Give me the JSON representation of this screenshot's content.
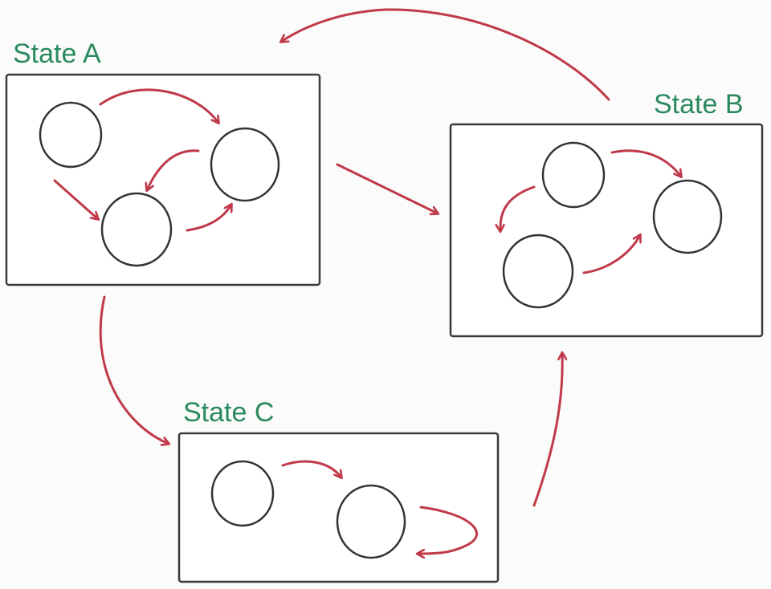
{
  "states": {
    "a": {
      "label": "State A"
    },
    "b": {
      "label": "State B"
    },
    "c": {
      "label": "State C"
    }
  },
  "colors": {
    "label": "#2a8a5e",
    "arrow": "#c0394a",
    "border": "#3a3a3a",
    "background": "#fbfbfb"
  }
}
